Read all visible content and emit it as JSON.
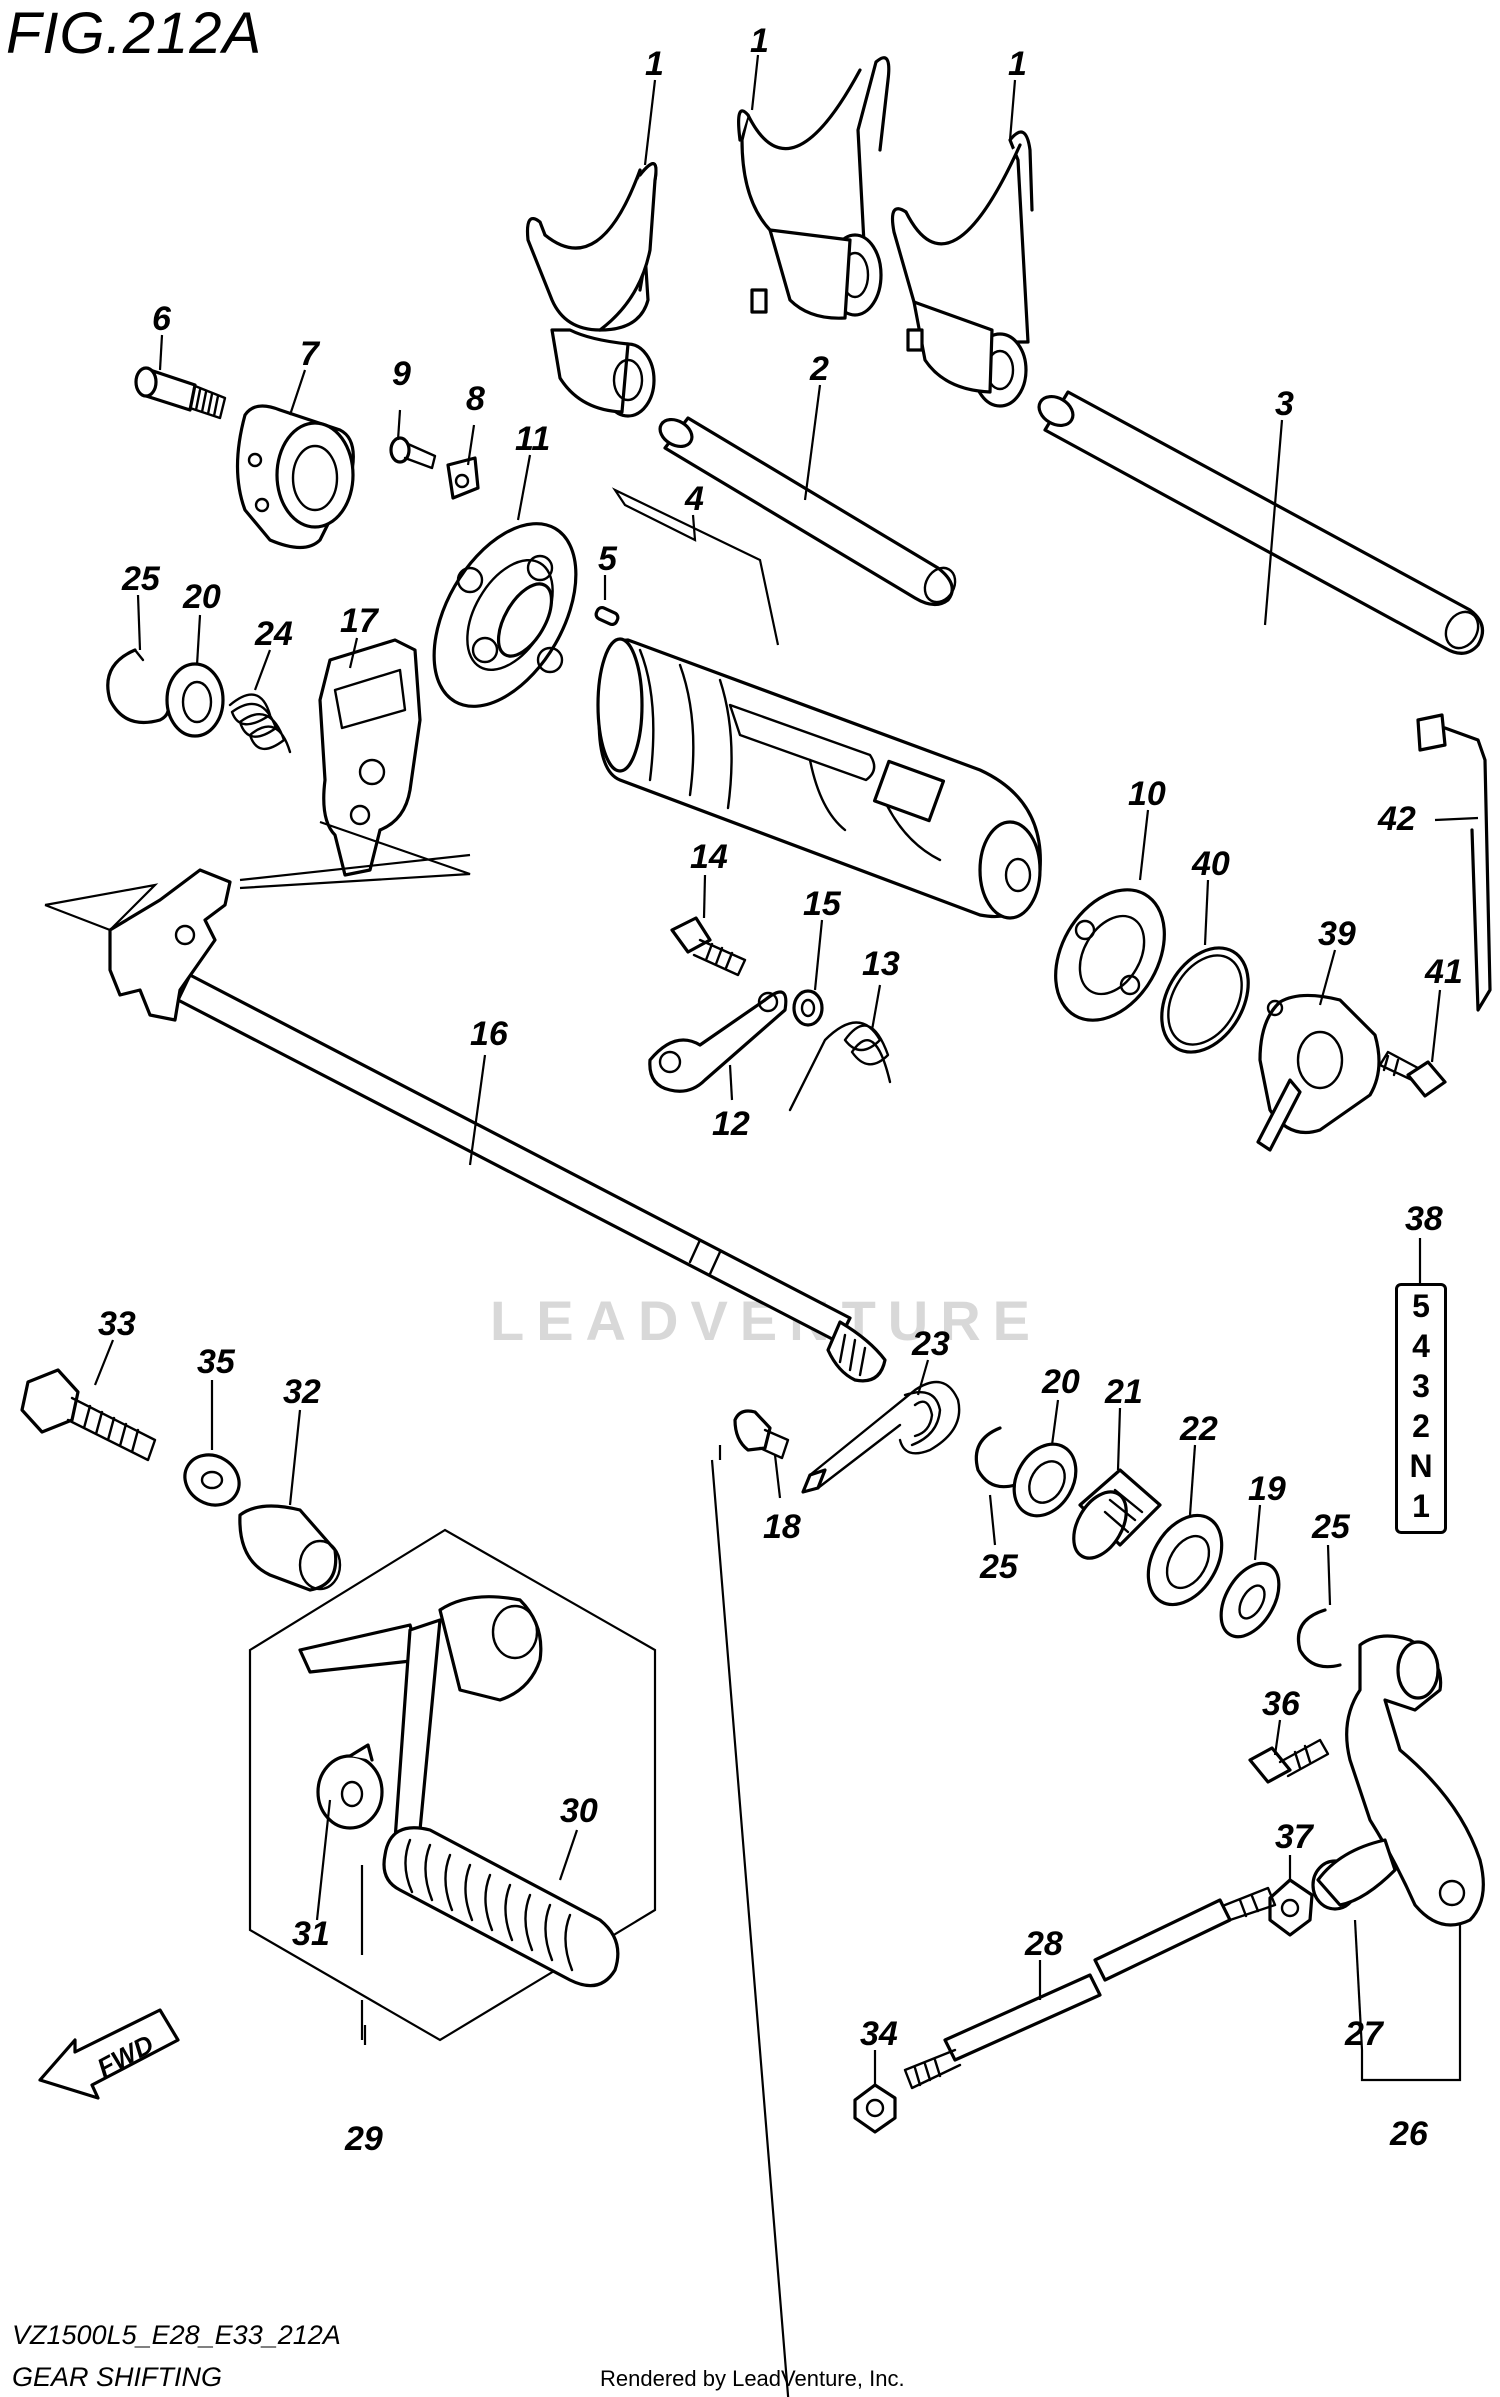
{
  "figure": {
    "title": "FIG.212A",
    "model_code": "VZ1500L5_E28_E33_212A",
    "section_title": "GEAR SHIFTING",
    "credit": "Rendered by LeadVenture, Inc.",
    "watermark": "LEADVENTURE",
    "direction_label": "FWD"
  },
  "callouts": {
    "c1a": "1",
    "c1b": "1",
    "c1c": "1",
    "c2": "2",
    "c3": "3",
    "c4": "4",
    "c5": "5",
    "c6": "6",
    "c7": "7",
    "c8": "8",
    "c9": "9",
    "c10": "10",
    "c11": "11",
    "c12": "12",
    "c13": "13",
    "c14": "14",
    "c15": "15",
    "c16": "16",
    "c17": "17",
    "c18": "18",
    "c19": "19",
    "c20a": "20",
    "c20b": "20",
    "c21": "21",
    "c22": "22",
    "c23": "23",
    "c24": "24",
    "c25a": "25",
    "c25b": "25",
    "c25c": "25",
    "c26": "26",
    "c27": "27",
    "c28": "28",
    "c29": "29",
    "c30": "30",
    "c31": "31",
    "c32": "32",
    "c33": "33",
    "c34": "34",
    "c35": "35",
    "c36": "36",
    "c37": "37",
    "c38": "38",
    "c39": "39",
    "c40": "40",
    "c41": "41",
    "c42": "42"
  },
  "gear_indicator": [
    "5",
    "4",
    "3",
    "2",
    "N",
    "1"
  ]
}
